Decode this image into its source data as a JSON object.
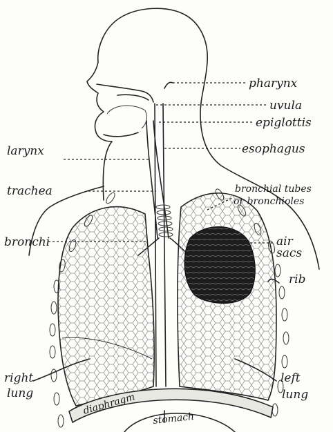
{
  "labels": {
    "pharynx": "pharynx",
    "uvula": "uvula",
    "epiglottis": "epiglottis",
    "larynx": "larynx",
    "esophagus": "esophagus",
    "trachea": "trachea",
    "bronchial_line1": "bronchial tubes",
    "bronchial_line2": "or bronchioles",
    "bronchi": "bronchi",
    "air": "air",
    "sacs": "sacs",
    "rib": "rib",
    "right": "right",
    "right_lung": "lung",
    "left": "left",
    "left_lung": "lung",
    "diaphragm": "diaphragm",
    "stomach": "stomach"
  }
}
